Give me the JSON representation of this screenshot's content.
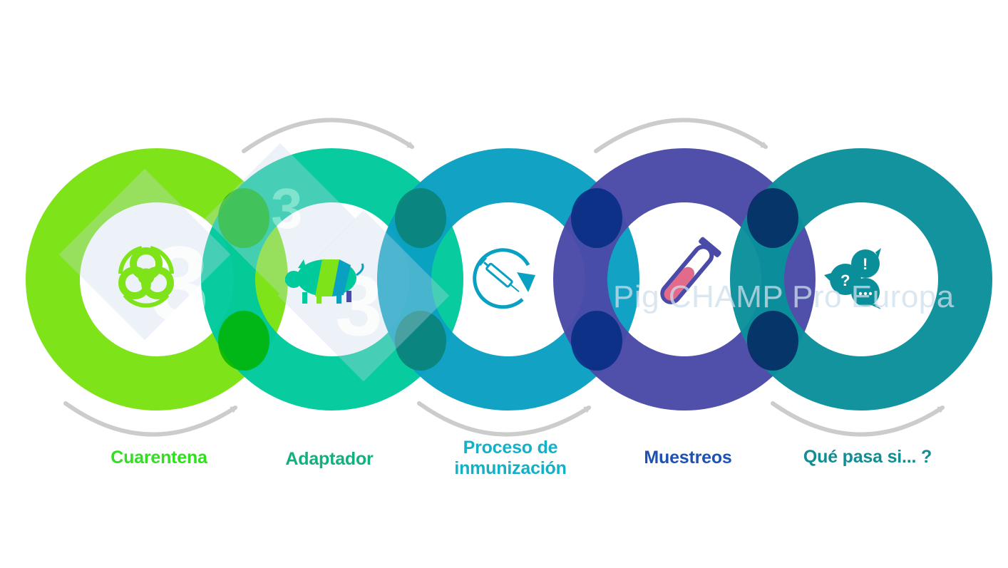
{
  "colors": {
    "cuarentena": "#7fe31a",
    "adaptador": "#00c99c",
    "inmunizacion": "#0aa0c2",
    "muestreos": "#4a4aa8",
    "que_pasa": "#0a8f9a",
    "arrow": "#cccccc",
    "label_cuarentena": "#2ee01d",
    "label_adaptador": "#12b07e",
    "label_inmunizacion": "#14b0c6",
    "label_muestreos": "#1d52b4",
    "label_que_pasa": "#148d92"
  },
  "steps": [
    {
      "id": "cuarentena",
      "label_lines": [
        "Cuarentena"
      ],
      "icon": "biohazard-icon"
    },
    {
      "id": "adaptador",
      "label_lines": [
        "Adaptador"
      ],
      "icon": "pig-icon"
    },
    {
      "id": "inmunizacion",
      "label_lines": [
        "Proceso de",
        "inmunización"
      ],
      "icon": "syringe-cycle-icon"
    },
    {
      "id": "muestreos",
      "label_lines": [
        "Muestreos"
      ],
      "icon": "test-tube-icon"
    },
    {
      "id": "que_pasa",
      "label_lines": [
        "Qué pasa si... ?"
      ],
      "icon": "speech-bubbles-icon"
    }
  ],
  "watermark": {
    "text": "Pig CHAMP Pro Europa",
    "logo": "333-logo"
  }
}
